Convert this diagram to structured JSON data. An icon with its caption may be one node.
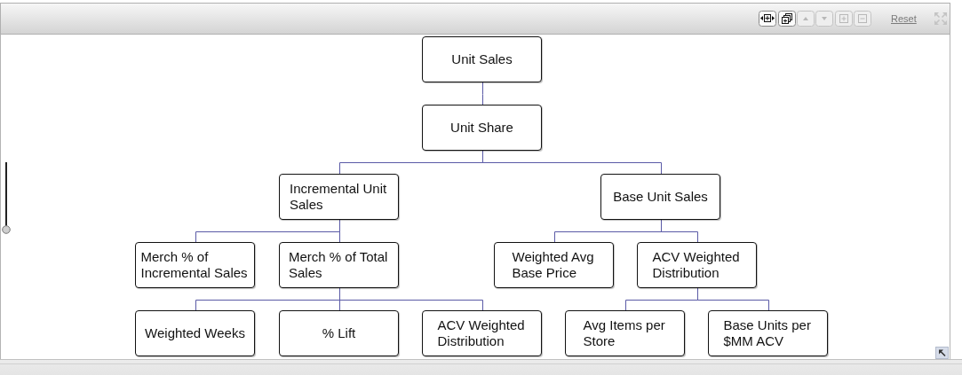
{
  "diagram": {
    "nodes": [
      {
        "text": [
          "Unit Sales"
        ]
      },
      {
        "text": [
          "Unit Share"
        ]
      },
      {
        "text": [
          "Incremental Unit Sales"
        ]
      },
      {
        "text": [
          "Base Unit Sales"
        ]
      },
      {
        "text": [
          "Merch % of Incremental Sales"
        ]
      },
      {
        "text": [
          "Merch % of Total Sales"
        ]
      },
      {
        "text": [
          "Weighted Avg Base Price"
        ]
      },
      {
        "text": [
          "ACV Weighted Distribution"
        ]
      },
      {
        "text": [
          "Weighted Weeks"
        ]
      },
      {
        "text": [
          "% Lift"
        ]
      },
      {
        "text": [
          "ACV Weighted Distribution"
        ]
      },
      {
        "text": [
          "Avg Items per Store"
        ]
      },
      {
        "text": [
          "Base Units per $MM ACV"
        ]
      }
    ],
    "edges": [
      {
        "from": 0,
        "to": 1,
        "arrow": "none"
      },
      {
        "from": 1,
        "to": 2,
        "arrow": "none"
      },
      {
        "from": 1,
        "to": 3,
        "arrow": "none"
      },
      {
        "from": 2,
        "to": 4,
        "arrow": "none"
      },
      {
        "from": 2,
        "to": 5,
        "arrow": "none"
      },
      {
        "from": 3,
        "to": 6,
        "arrow": "none"
      },
      {
        "from": 3,
        "to": 7,
        "arrow": "none"
      },
      {
        "from": 5,
        "to": 8,
        "arrow": "none"
      },
      {
        "from": 5,
        "to": 9,
        "arrow": "none"
      },
      {
        "from": 5,
        "to": 10,
        "arrow": "none"
      },
      {
        "from": 7,
        "to": 11,
        "arrow": "none"
      },
      {
        "from": 7,
        "to": 12,
        "arrow": "none"
      }
    ],
    "labels": [
      "Reset"
    ]
  }
}
